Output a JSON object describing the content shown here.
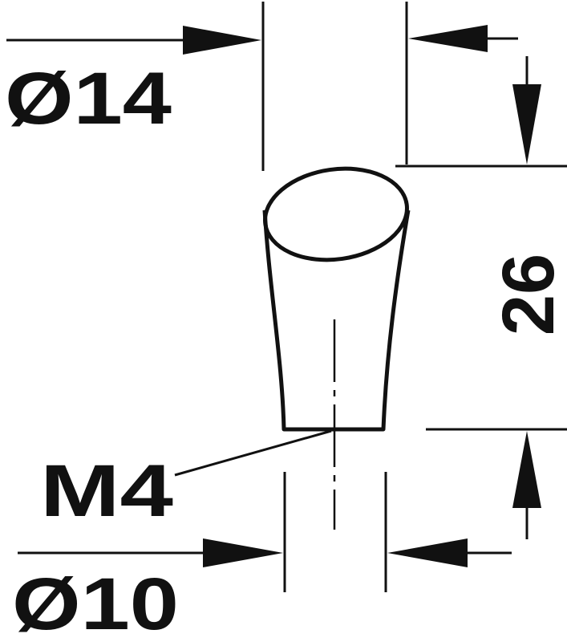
{
  "drawing": {
    "top_diameter": "Ø14",
    "height": "26",
    "thread": "M4",
    "base_diameter": "Ø10"
  }
}
